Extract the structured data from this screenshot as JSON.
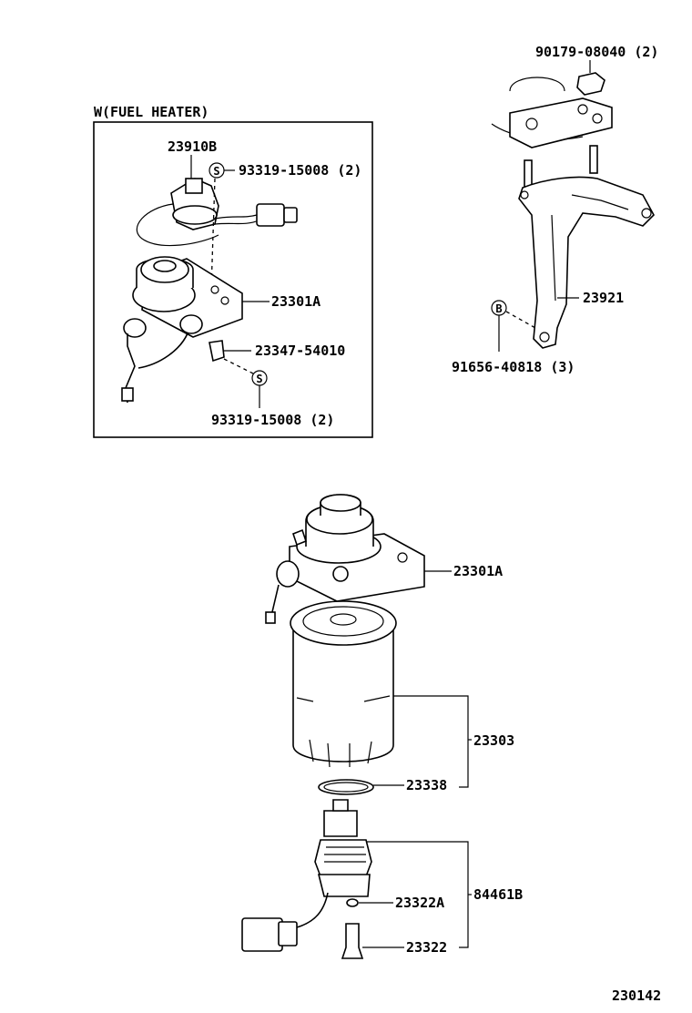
{
  "inset": {
    "title": "W(FUEL HEATER)",
    "labels": {
      "heater_part": "23910B",
      "screw_top": "93319-15008 (2)",
      "filter_head": "23301A",
      "clamp": "23347-54010",
      "screw_bottom": "93319-15008 (2)"
    },
    "marker": "S"
  },
  "bracket": {
    "labels": {
      "nut": "90179-08040 (2)",
      "bracket": "23921",
      "bolt": "91656-40818 (3)"
    },
    "marker": "B"
  },
  "main": {
    "labels": {
      "filter_head": "23301A",
      "filter_element": "23303",
      "gasket": "23338",
      "o_ring": "23322A",
      "sensor_assy": "84461B",
      "switch": "23322"
    }
  },
  "figure_number": "230142"
}
